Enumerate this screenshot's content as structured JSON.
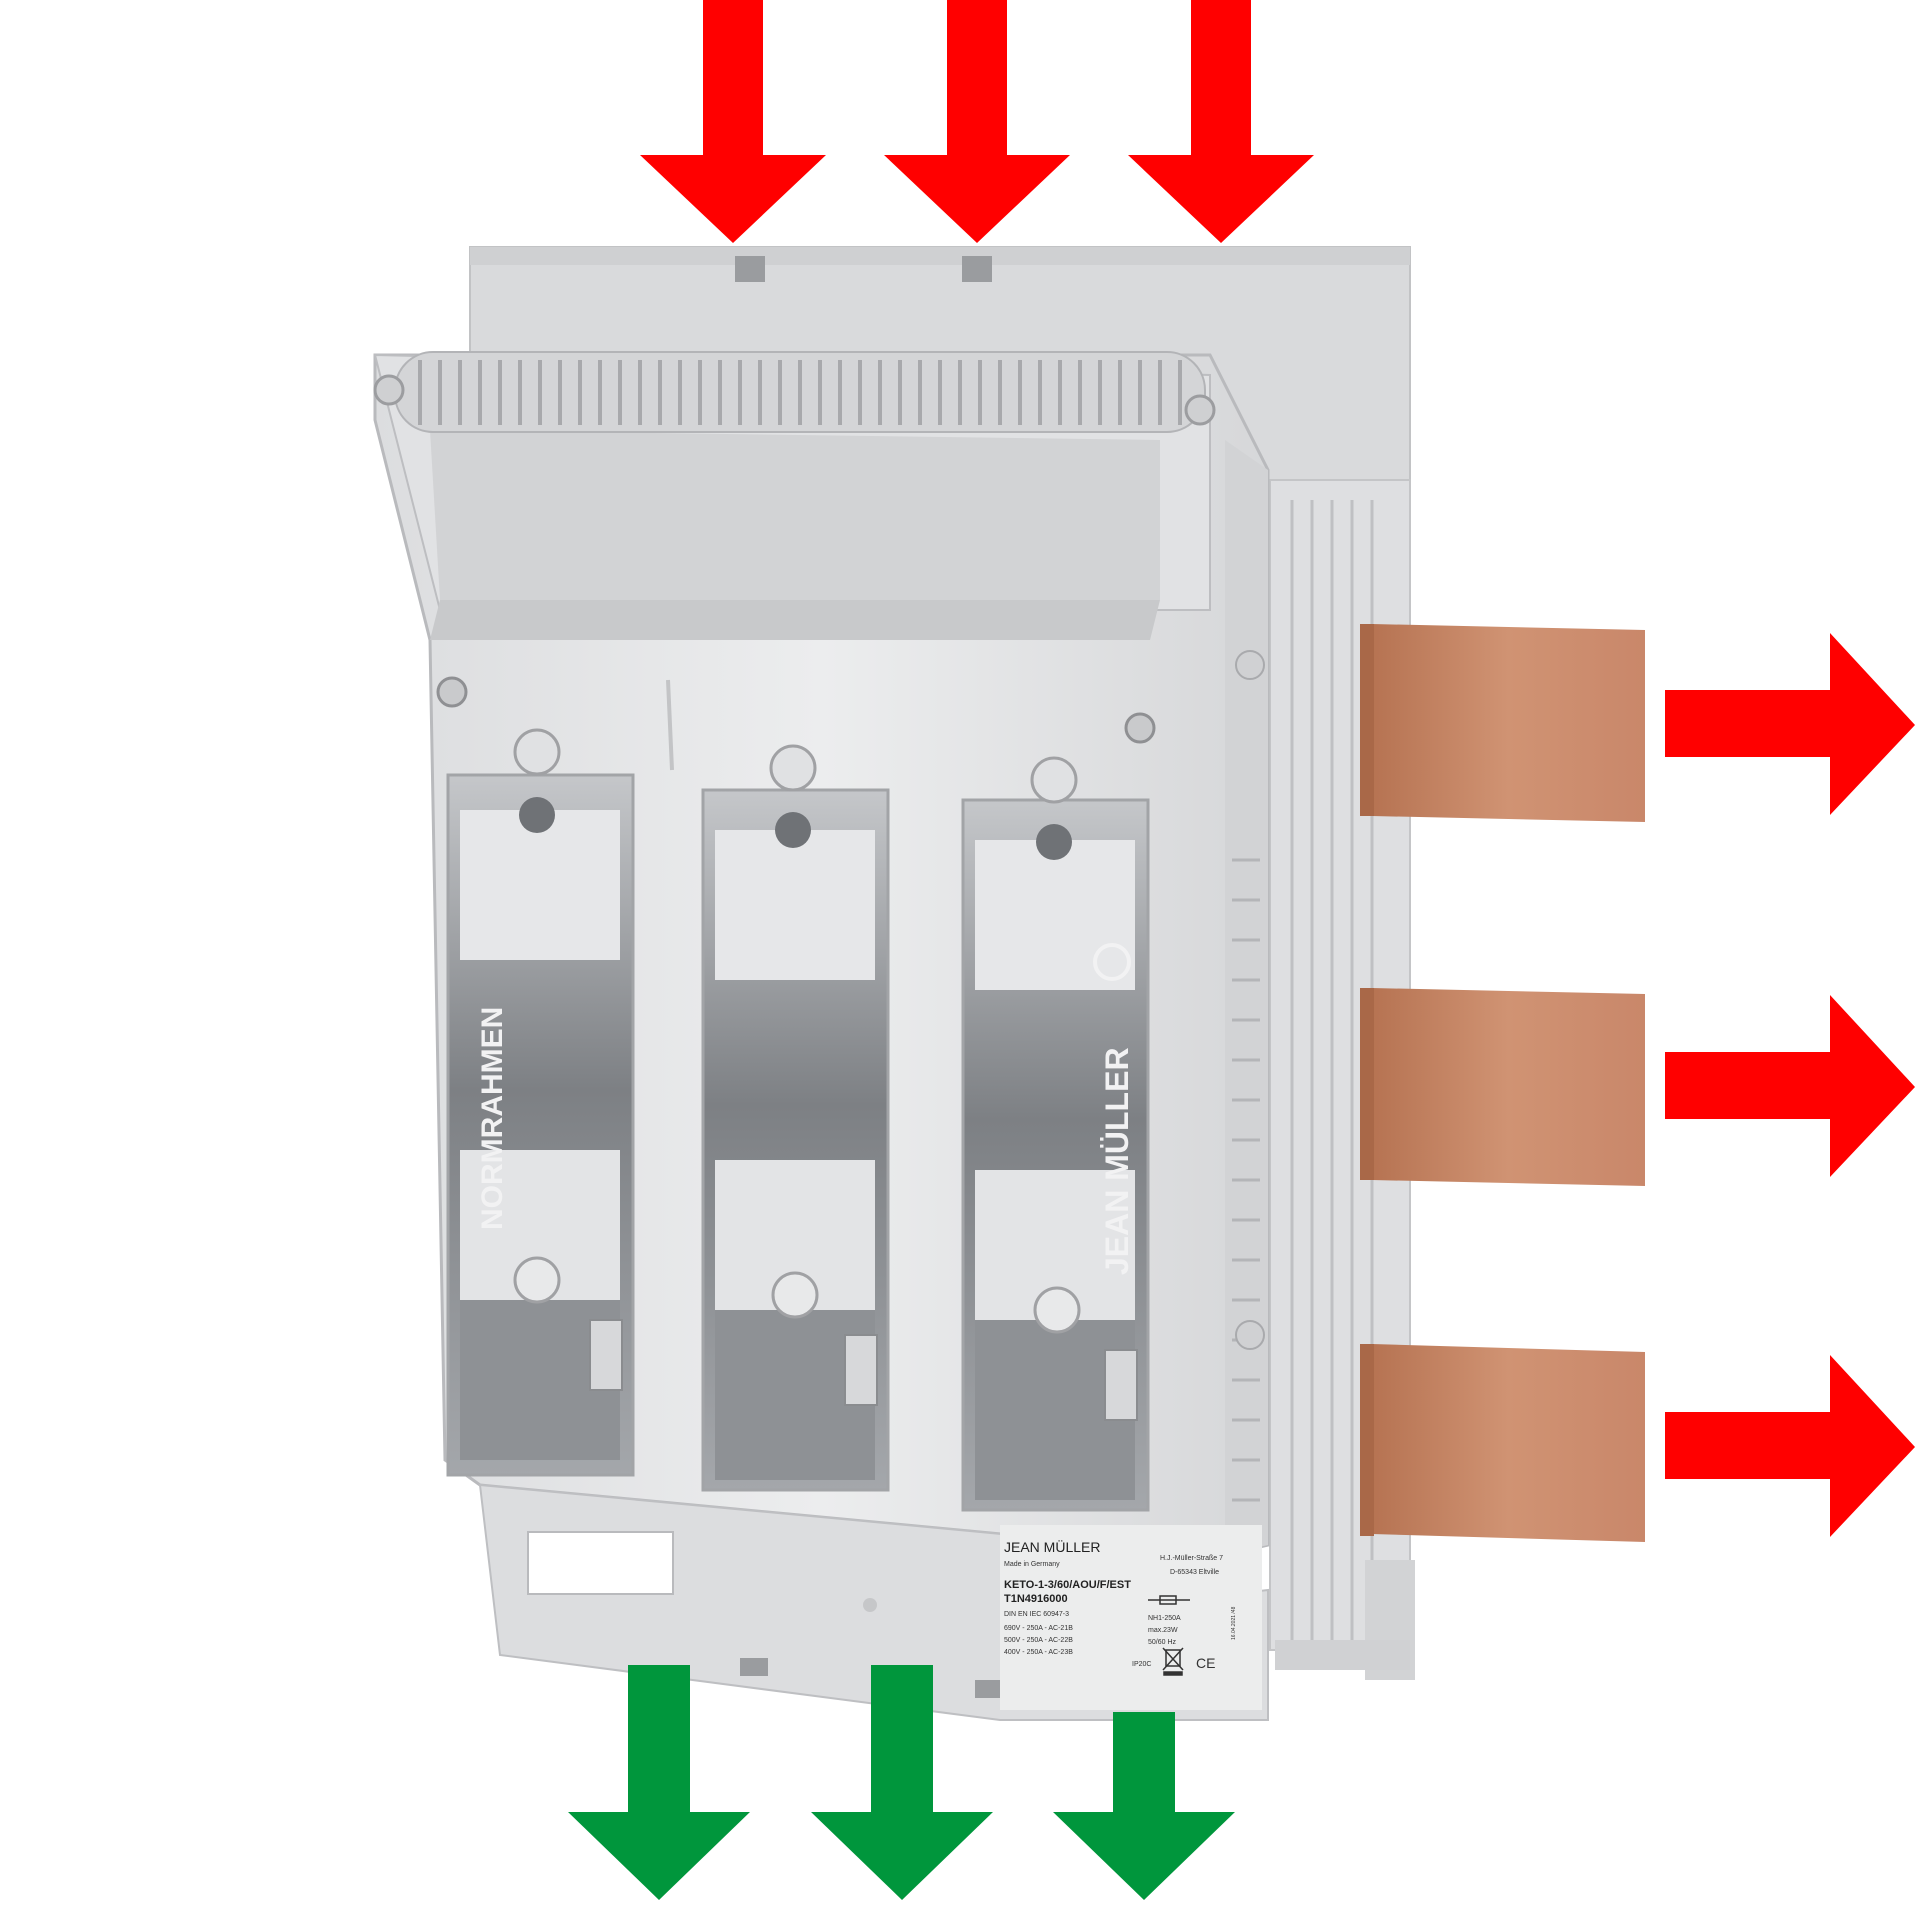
{
  "colors": {
    "supply_arrow": "#ff0000",
    "outgoing_arrow": "#00963c",
    "busbar": "#c98866",
    "housing": "#e4e5e6",
    "housing_shadow": "#c9cacc"
  },
  "housing": {
    "frame_text": "NORMRAHMEN",
    "brand_text": "JEAN MÜLLER"
  },
  "rating_label": {
    "brand": "JEAN MÜLLER",
    "made_in": "Made in Germany",
    "address_1": "H.J.-Müller-Straße 7",
    "address_2": "D-65343 Eltville",
    "type": "KETO-1-3/60/AOU/F/EST",
    "article": "T1N4916000",
    "standard": "DIN EN IEC 60947-3",
    "rating_1": "690V - 250A - AC-21B",
    "rating_2": "500V - 250A - AC-22B",
    "rating_3": "400V - 250A - AC-23B",
    "fuse_size": "NH1-250A",
    "max_power": "max.23W",
    "frequency": "50/60 Hz",
    "ip_rating": "IP20C",
    "ce_mark": "CE",
    "date_code": "16.04.2021 /48"
  },
  "arrows": {
    "supply_count": 3,
    "outgoing_count": 3,
    "busbar_count": 3
  }
}
